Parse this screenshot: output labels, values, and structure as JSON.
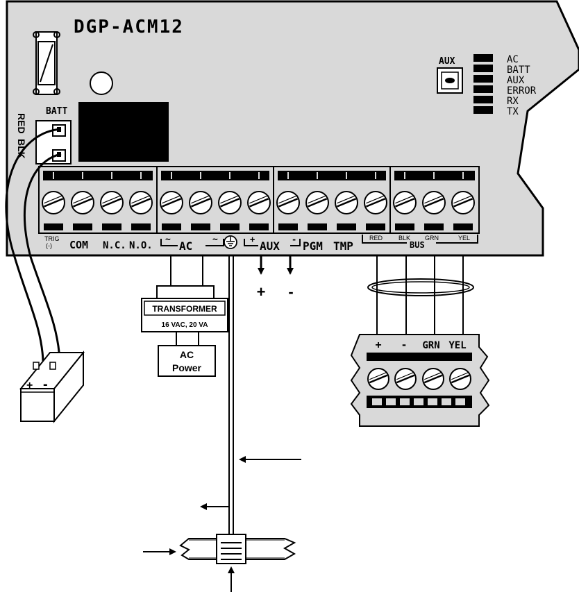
{
  "board": {
    "title": "DGP-ACM12",
    "batt_label": "BATT",
    "wire_labels": [
      "RED",
      "BLK"
    ],
    "aux_button_label": "AUX",
    "leds": [
      "AC",
      "BATT",
      "AUX",
      "ERROR",
      "RX",
      "TX"
    ],
    "terminals": {
      "trig": "TRIG",
      "trig_sub": "(-)",
      "com": "COM",
      "nc": "N.C.",
      "no": "N.O.",
      "ac": "AC",
      "tilde": "~",
      "aux": "AUX",
      "plus": "+",
      "minus": "-",
      "pgm": "PGM",
      "tmp": "TMP",
      "red": "RED",
      "blk": "BLK",
      "grn": "GRN",
      "yel": "YEL",
      "bus": "BUS"
    }
  },
  "aux_out": {
    "plus": "+",
    "minus": "-"
  },
  "transformer": {
    "title": "TRANSFORMER",
    "rating": "16 VAC, 20 VA"
  },
  "ac_power": {
    "line1": "AC",
    "line2": "Power"
  },
  "battery": {
    "plus": "+",
    "minus": "-"
  },
  "bus_connector": {
    "labels": [
      "+",
      "-",
      "GRN",
      "YEL"
    ]
  },
  "colors": {
    "ink": "#000000",
    "board": "#d9d9d9",
    "paper": "#ffffff"
  }
}
